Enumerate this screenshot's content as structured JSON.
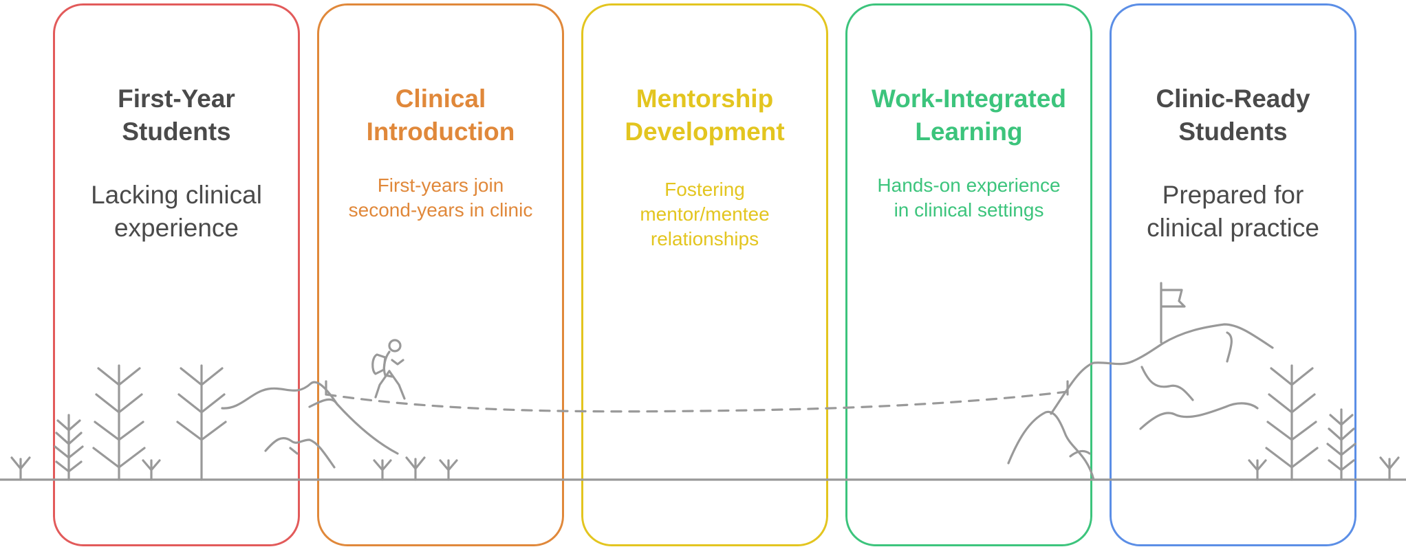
{
  "stages": [
    {
      "title": "First-Year\nStudents",
      "description": "Lacking clinical\nexperience",
      "color": "#e25a5a",
      "text_color": "#4a4a4a",
      "desc_color": "#4a4a4a"
    },
    {
      "title": "Clinical\nIntroduction",
      "description": "First-years join\nsecond-years in clinic",
      "color": "#e0883a",
      "text_color": "#e0883a",
      "desc_color": "#e0883a"
    },
    {
      "title": "Mentorship\nDevelopment",
      "description": "Fostering\nmentor/mentee\nrelationships",
      "color": "#e3c51f",
      "text_color": "#e3c51f",
      "desc_color": "#e3c51f"
    },
    {
      "title": "Work-Integrated\nLearning",
      "description": "Hands-on experience\nin clinical settings",
      "color": "#3cc47c",
      "text_color": "#3cc47c",
      "desc_color": "#3cc47c"
    },
    {
      "title": "Clinic-Ready\nStudents",
      "description": "Prepared for\nclinical practice",
      "color": "#5b8ee6",
      "text_color": "#4a4a4a",
      "desc_color": "#4a4a4a"
    }
  ],
  "illustration": {
    "line_color": "#999999",
    "icons": [
      "tree-icon",
      "grass-icon",
      "hill-icon",
      "hiker-icon",
      "mountain-icon",
      "flag-icon",
      "path-line"
    ]
  }
}
